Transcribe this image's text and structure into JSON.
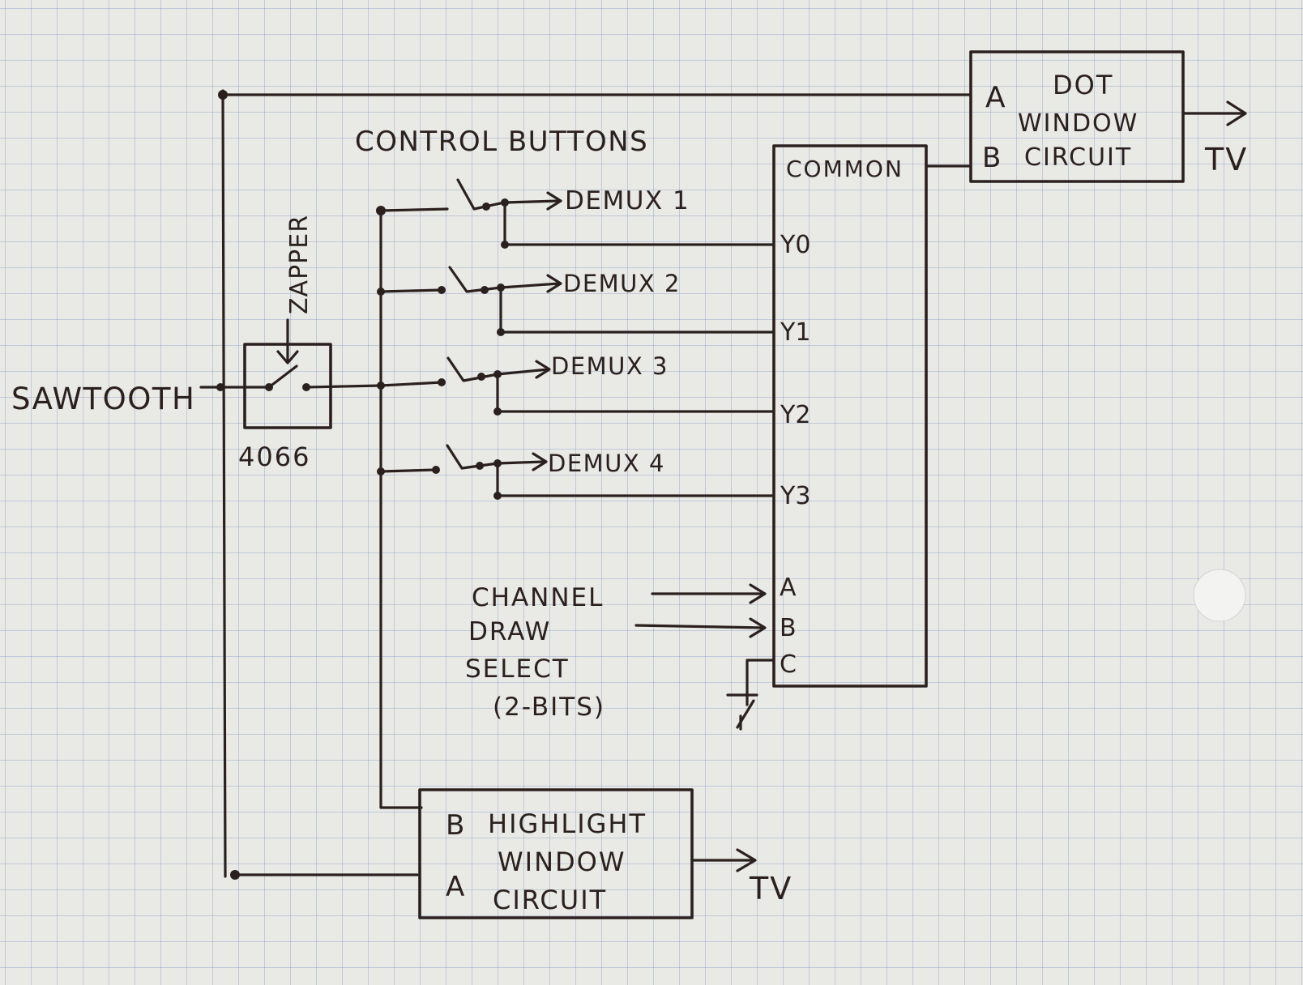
{
  "labels": {
    "sawtooth": "SAWTOOTH",
    "zapper": "ZAPPER",
    "chip": "4066",
    "control_buttons": "CONTROL BUTTONS",
    "demux": [
      "DEMUX 1",
      "DEMUX 2",
      "DEMUX 3",
      "DEMUX 4"
    ],
    "common": "COMMON",
    "mux_outputs": [
      "Y0",
      "Y1",
      "Y2",
      "Y3"
    ],
    "mux_selects": [
      "A",
      "B",
      "C"
    ],
    "channel_select": [
      "CHANNEL",
      "DRAW",
      "SELECT",
      "(2-BITS)"
    ],
    "dot_window": {
      "input_a": "A",
      "input_b": "B",
      "lines": [
        "DOT",
        "WINDOW",
        "CIRCUIT"
      ],
      "output": "TV"
    },
    "highlight_window": {
      "input_b": "B",
      "input_a": "A",
      "lines": [
        "HIGHLIGHT",
        "WINDOW",
        "CIRCUIT"
      ],
      "output": "TV"
    }
  },
  "colors": {
    "ink": "#2a211e",
    "paper": "#e9e9e6",
    "grid": "#788cbe"
  }
}
